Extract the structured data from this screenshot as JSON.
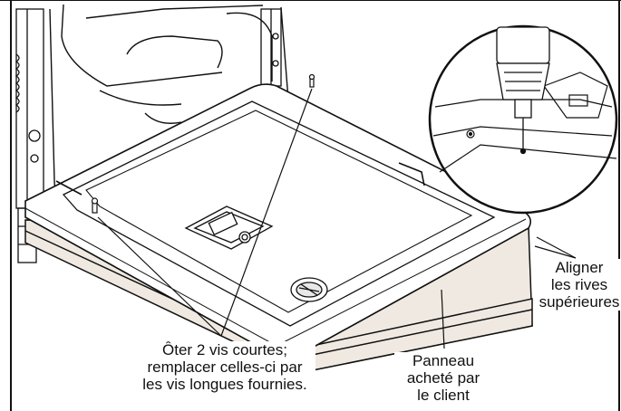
{
  "labels": {
    "screws": [
      "Ôter 2 vis courtes;",
      "remplacer celles-ci par",
      "les vis longues fournies."
    ],
    "align": [
      "Aligner",
      "les rives",
      "supérieures"
    ],
    "panel": [
      "Panneau",
      "acheté par",
      "le client"
    ]
  },
  "colors": {
    "line": "#111111",
    "panel_fill": "#efe9e1",
    "background": "#ffffff"
  },
  "icons": [
    "drill-icon",
    "screw-icon"
  ]
}
